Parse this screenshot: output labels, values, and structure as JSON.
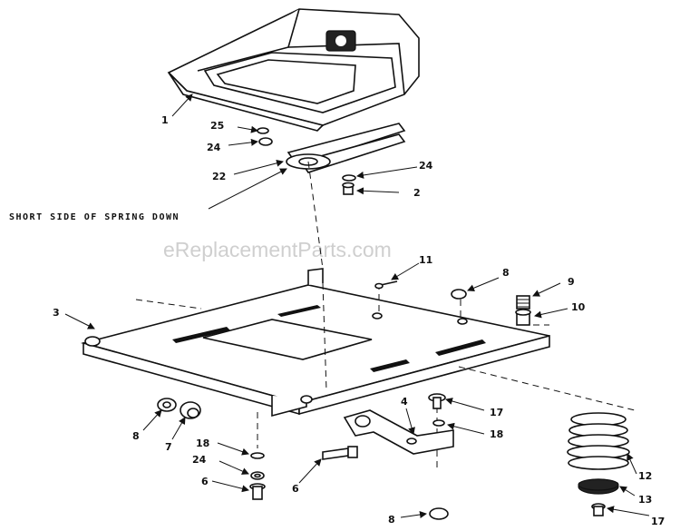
{
  "watermark": "eReplacementParts.com",
  "caption": "SHORT SIDE OF SPRING DOWN",
  "callouts": [
    "1",
    "25",
    "24",
    "22",
    "24",
    "2",
    "3",
    "11",
    "8",
    "9",
    "10",
    "4",
    "17",
    "18",
    "8",
    "7",
    "18",
    "24",
    "6",
    "6",
    "12",
    "13",
    "8",
    "17"
  ],
  "colors": {
    "ink": "#111111",
    "paper": "#ffffff",
    "watermark": "#cfcfcf"
  }
}
